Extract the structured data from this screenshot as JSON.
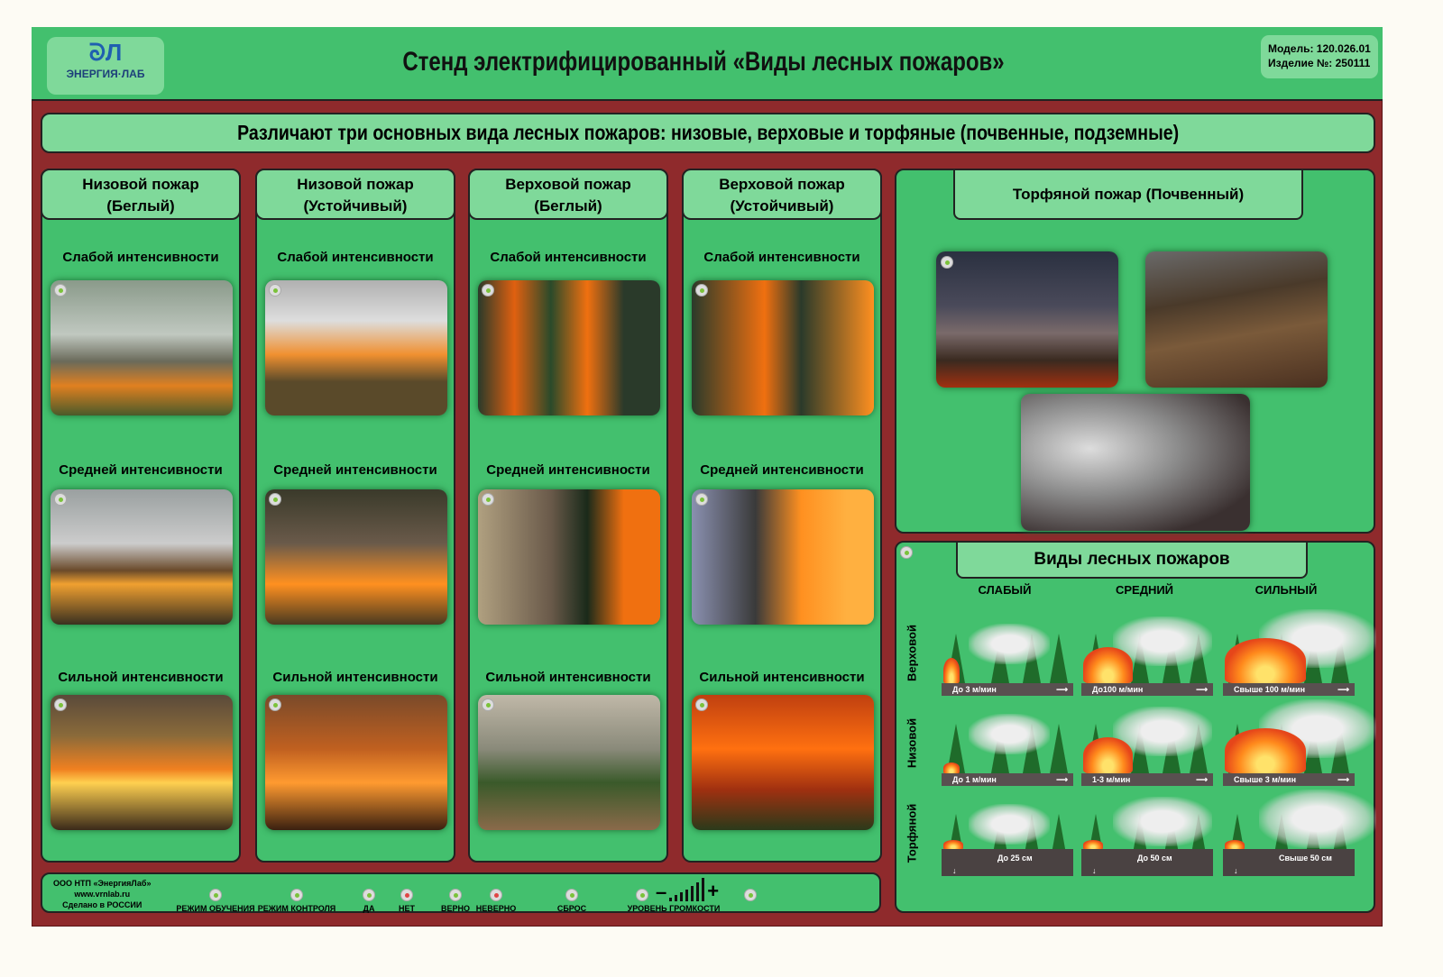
{
  "header": {
    "logo_text": "ЭНЕРГИЯ·ЛАБ",
    "title": "Стенд электрифицированный «Виды лесных пожаров»",
    "model": "Модель: 120.026.01",
    "item": "Изделие №: 250111"
  },
  "subtitle": "Различают три основных вида лесных пожаров: низовые, верховые и торфяные (почвенные, подземные)",
  "columns": [
    {
      "title": "Низовой пожар (Беглый)",
      "levels": [
        "Слабой интенсивности",
        "Средней интенсивности",
        "Сильной интенсивности"
      ]
    },
    {
      "title": "Низовой пожар (Устойчивый)",
      "levels": [
        "Слабой интенсивности",
        "Средней интенсивности",
        "Сильной интенсивности"
      ]
    },
    {
      "title": "Верховой пожар (Беглый)",
      "levels": [
        "Слабой интенсивности",
        "Средней интенсивности",
        "Сильной интенсивности"
      ]
    },
    {
      "title": "Верховой пожар (Устойчивый)",
      "levels": [
        "Слабой интенсивности",
        "Средней интенсивности",
        "Сильной интенсивности"
      ]
    }
  ],
  "peat": {
    "title": "Торфяной  пожар (Почвенный)"
  },
  "types": {
    "title": "Виды лесных пожаров",
    "col_headers": [
      "СЛАБЫЙ",
      "СРЕДНИЙ",
      "СИЛЬНЫЙ"
    ],
    "rows": [
      {
        "label": "Верховой",
        "cells": [
          "До 3 м/мин",
          "До100 м/мин",
          "Свыше 100 м/мин"
        ]
      },
      {
        "label": "Низовой",
        "cells": [
          "До 1 м/мин",
          "1-3 м/мин",
          "Свыше 3 м/мин"
        ]
      },
      {
        "label": "Торфяной",
        "cells": [
          "До 25 см",
          "До 50 см",
          "Свыше 50 см"
        ]
      }
    ]
  },
  "footer": {
    "company": "ООО НТП «ЭнергияЛаб»",
    "site": "www.vrnlab.ru",
    "made": "Сделано в РОССИИ",
    "controls": [
      "РЕЖИМ ОБУЧЕНИЯ",
      "РЕЖИМ КОНТРОЛЯ",
      "ДА",
      "НЕТ",
      "ВЕРНО",
      "НЕВЕРНО",
      "СБРОС",
      "УРОВЕНЬ ГРОМКОСТИ"
    ],
    "vol_minus": "–",
    "vol_plus": "+"
  }
}
